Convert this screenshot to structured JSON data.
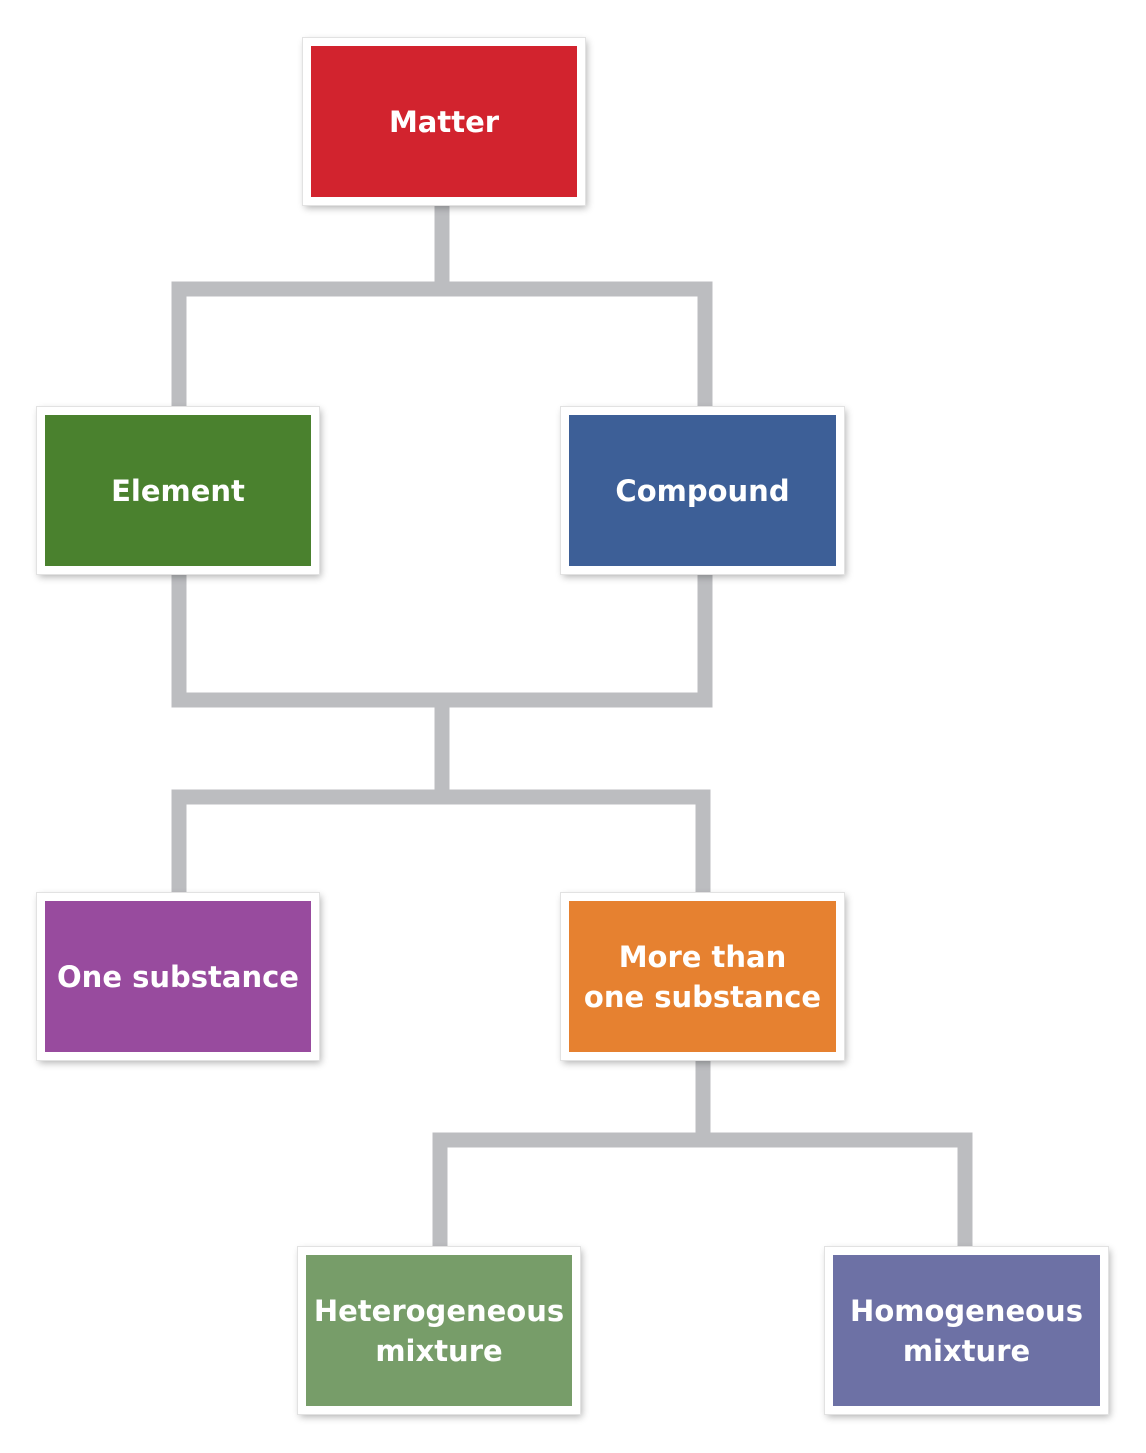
{
  "diagram": {
    "nodes": [
      {
        "id": "matter",
        "lines": [
          "Matter"
        ],
        "color": "#d2232e"
      },
      {
        "id": "element",
        "lines": [
          "Element"
        ],
        "color": "#4a812e"
      },
      {
        "id": "compound",
        "lines": [
          "Compound"
        ],
        "color": "#3d5f97"
      },
      {
        "id": "one",
        "lines": [
          "One substance"
        ],
        "color": "#984b9e"
      },
      {
        "id": "more",
        "lines": [
          "More than",
          "one substance"
        ],
        "color": "#e68130"
      },
      {
        "id": "hetero",
        "lines": [
          "Heterogeneous",
          "mixture"
        ],
        "color": "#779d69"
      },
      {
        "id": "homo",
        "lines": [
          "Homogeneous",
          "mixture"
        ],
        "color": "#6d71a5"
      }
    ],
    "edges": [
      {
        "from": "matter",
        "to": "element"
      },
      {
        "from": "matter",
        "to": "compound"
      },
      {
        "from": "element",
        "to": "one"
      },
      {
        "from": "element",
        "to": "more"
      },
      {
        "from": "compound",
        "to": "one"
      },
      {
        "from": "compound",
        "to": "more"
      },
      {
        "from": "more",
        "to": "hetero"
      },
      {
        "from": "more",
        "to": "homo"
      }
    ],
    "connector_color": "#bcbdc0"
  }
}
